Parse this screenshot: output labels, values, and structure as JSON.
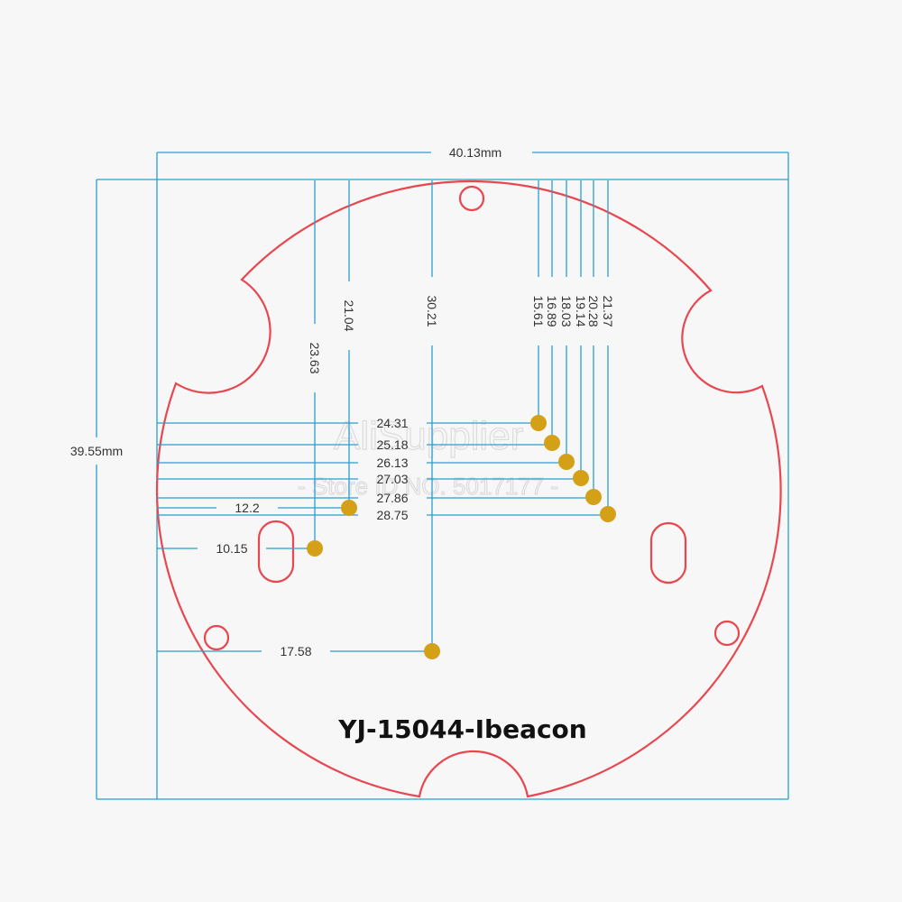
{
  "overall": {
    "width_label": "40.13mm",
    "height_label": "39.55mm"
  },
  "title": "YJ-15044-Ibeacon",
  "watermark": {
    "line1": "AliSupplier",
    "line2": "- Store ID NO. 5017177 -"
  },
  "pads": [
    {
      "x_dim": "15.61",
      "y_dim": "24.31"
    },
    {
      "x_dim": "16.89",
      "y_dim": "25.18"
    },
    {
      "x_dim": "18.03",
      "y_dim": "26.13"
    },
    {
      "x_dim": "19.14",
      "y_dim": "27.03"
    },
    {
      "x_dim": "20.28",
      "y_dim": "27.86"
    },
    {
      "x_dim": "21.37",
      "y_dim": "28.75"
    },
    {
      "x_dim": "21.04",
      "y_dim": "12.2"
    },
    {
      "x_dim": "23.63",
      "y_dim": "10.15"
    },
    {
      "x_dim": "30.21",
      "y_dim": "17.58"
    }
  ],
  "colors": {
    "dimension": "#2a9fd0",
    "outline": "#e8474f",
    "pad": "#d4a017"
  }
}
